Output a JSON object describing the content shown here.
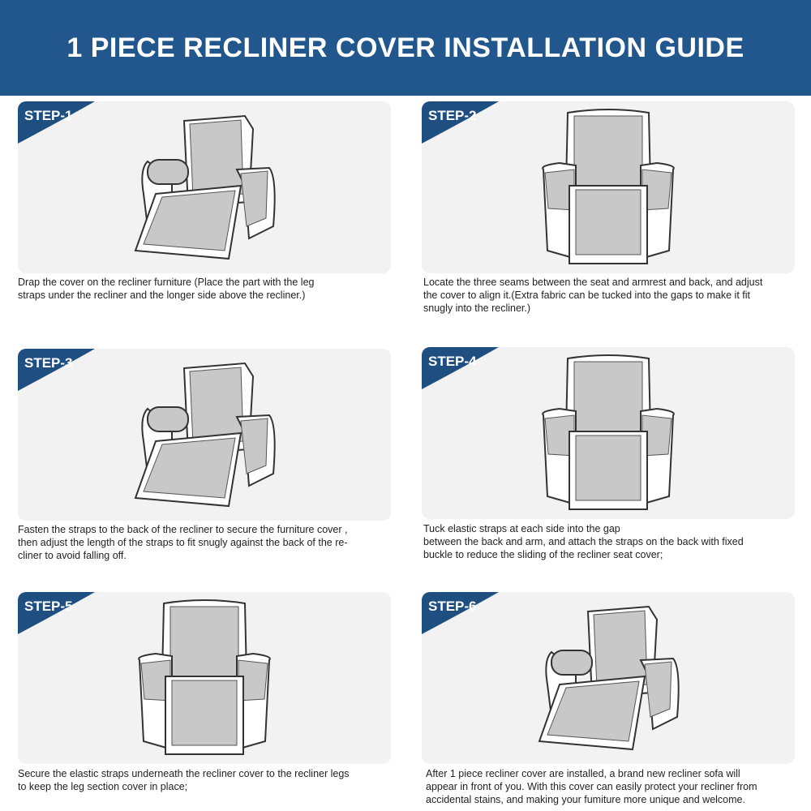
{
  "title": "1 PIECE RECLINER COVER INSTALLATION GUIDE",
  "colors": {
    "header": "#21578c",
    "badge": "#1f4f80",
    "cover": "#c8c8c8"
  },
  "steps": [
    {
      "label": "STEP-1",
      "text": "Drap the cover on the recliner furniture (Place the part with the leg\nstraps under the recliner and the longer side above the recliner.)"
    },
    {
      "label": "STEP-2",
      "text": "Locate the three seams between the seat and armrest and back, and adjust\nthe cover to align it.(Extra fabric can be tucked into the gaps to make it fit\nsnugly into the recliner.)"
    },
    {
      "label": "STEP-3",
      "text": "Fasten the straps to the back of the recliner to secure the furniture cover ,\nthen adjust the length of the straps to fit snugly against the back of the re-\ncliner to avoid falling off."
    },
    {
      "label": "STEP-4",
      "text": "Tuck elastic straps at each side into the gap\nbetween the back and arm, and attach the straps on the back with fixed\nbuckle to reduce the sliding of the recliner seat cover;"
    },
    {
      "label": "STEP-5",
      "text": "Secure the elastic straps underneath the recliner cover to the recliner legs\nto keep the leg section cover in place;"
    },
    {
      "label": "STEP-6",
      "text": "After 1 piece recliner cover are installed, a brand new recliner sofa will\nappear in front of you. With this cover can easily protect your recliner from\naccidental stains, and making your fumiture more unique and welcome."
    }
  ]
}
